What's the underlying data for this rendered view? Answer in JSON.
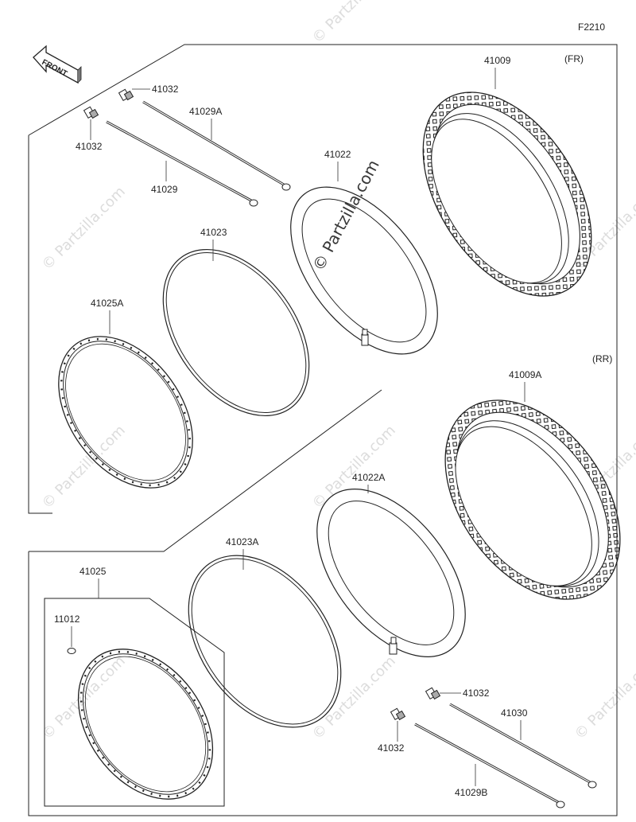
{
  "figure_code": "F2210",
  "front_arrow_label": "FRONT",
  "watermark": "© Partzilla.com",
  "sections": {
    "front": "(FR)",
    "rear": "(RR)"
  },
  "parts": {
    "front_tire": "41009",
    "front_tube": "41022",
    "front_rim_band": "41023",
    "front_rim": "41025A",
    "front_spoke_a": "41029A",
    "front_spoke": "41029",
    "front_nipple_top": "41032",
    "front_nipple_left": "41032",
    "rear_tire": "41009A",
    "rear_tube": "41022A",
    "rear_rim_band": "41023A",
    "rear_rim": "41025",
    "rear_cap": "11012",
    "rear_nipple_top": "41032",
    "rear_nipple_left": "41032",
    "rear_spoke": "41030",
    "rear_spoke_b": "41029B"
  }
}
